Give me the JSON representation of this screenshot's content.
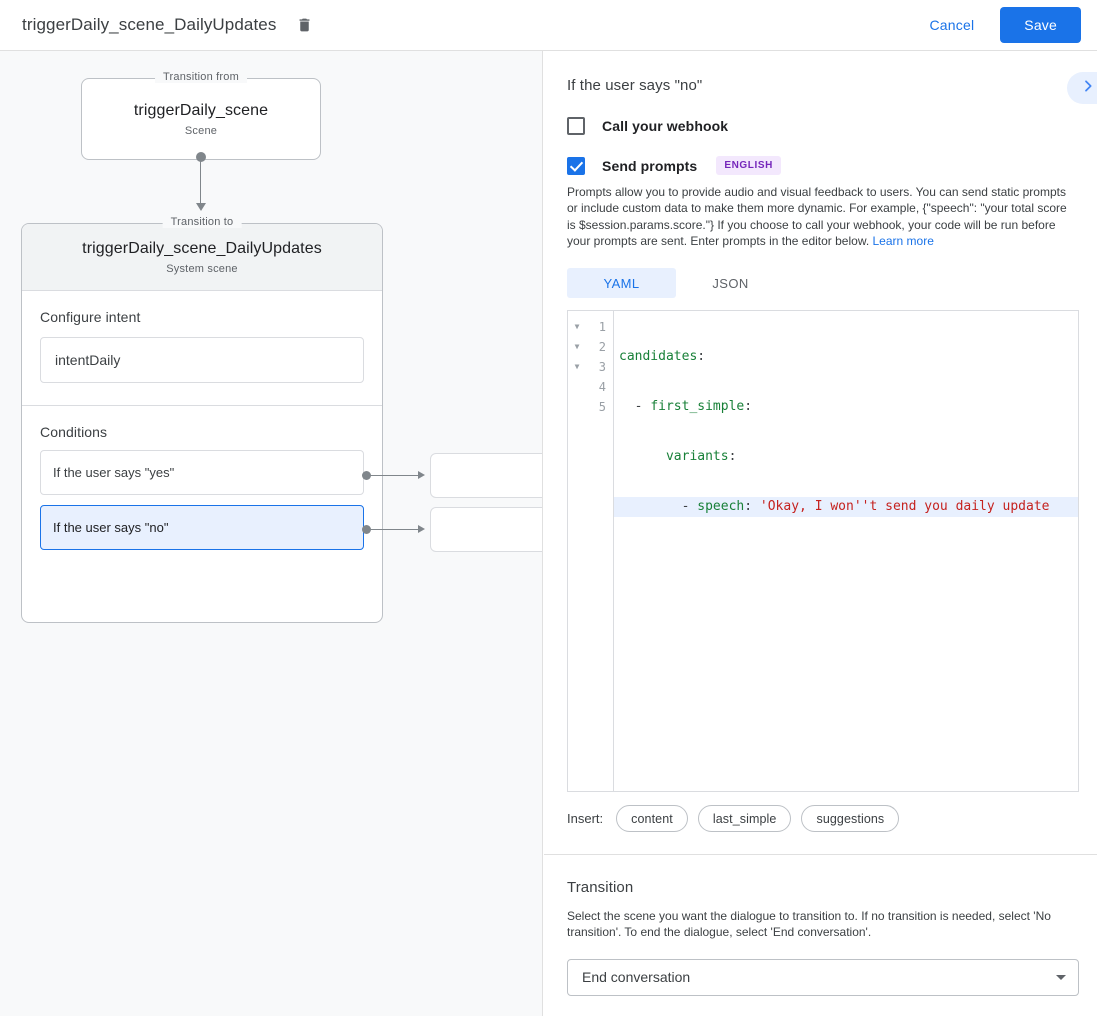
{
  "topbar": {
    "title": "triggerDaily_scene_DailyUpdates",
    "delete_icon": "trash-icon",
    "cancel_label": "Cancel",
    "save_label": "Save",
    "accent_color": "#1a73e8"
  },
  "graph": {
    "from_legend": "Transition from",
    "from_node": {
      "title": "triggerDaily_scene",
      "subtitle": "Scene"
    },
    "to_legend": "Transition to",
    "to_node": {
      "title": "triggerDaily_scene_DailyUpdates",
      "subtitle": "System scene"
    },
    "configure_intent_label": "Configure intent",
    "intent_value": "intentDaily",
    "conditions_label": "Conditions",
    "conditions": [
      {
        "label": "If the user says \"yes\"",
        "selected": false
      },
      {
        "label": "If the user says \"no\"",
        "selected": true
      }
    ],
    "selected_fill": "#e8f0fe",
    "selected_border": "#1a73e8"
  },
  "detail": {
    "title": "If the user says \"no\"",
    "collapse_icon": "chevron-right-icon",
    "webhook": {
      "label": "Call your webhook",
      "checked": false
    },
    "prompts": {
      "label": "Send prompts",
      "checked": true,
      "badge": "ENGLISH",
      "badge_bg": "#f3e8fd",
      "badge_fg": "#7627bb",
      "description": "Prompts allow you to provide audio and visual feedback to users. You can send static prompts or include custom data to make them more dynamic. For example, {\"speech\": \"your total score is $session.params.score.\"} If you choose to call your webhook, your code will be run before your prompts are sent. Enter prompts in the editor below.",
      "learn_more": "Learn more"
    },
    "editor": {
      "tabs": [
        {
          "label": "YAML",
          "active": true
        },
        {
          "label": "JSON",
          "active": false
        }
      ],
      "line_numbers": [
        "1",
        "2",
        "3",
        "4",
        "5"
      ],
      "fold_markers": [
        "▼",
        "▼",
        "▼",
        "",
        ""
      ],
      "lines": [
        {
          "key": "candidates",
          "punc": ":",
          "indent": 0,
          "dash": false,
          "value": "",
          "highlight": false
        },
        {
          "key": "first_simple",
          "punc": ":",
          "indent": 1,
          "dash": true,
          "value": "",
          "highlight": false
        },
        {
          "key": "variants",
          "punc": ":",
          "indent": 2,
          "dash": false,
          "value": "",
          "highlight": false
        },
        {
          "key": "speech",
          "punc": ":",
          "indent": 3,
          "dash": true,
          "value": "'Okay, I won''t send you daily update",
          "highlight": true
        },
        {
          "key": "",
          "punc": "",
          "indent": 0,
          "dash": false,
          "value": "",
          "highlight": false
        }
      ]
    },
    "insert": {
      "label": "Insert:",
      "chips": [
        "content",
        "last_simple",
        "suggestions"
      ]
    },
    "transition": {
      "title": "Transition",
      "description": "Select the scene you want the dialogue to transition to. If no transition is needed, select 'No transition'. To end the dialogue, select 'End conversation'.",
      "selected_value": "End conversation",
      "caret_icon": "chevron-down-icon"
    }
  }
}
